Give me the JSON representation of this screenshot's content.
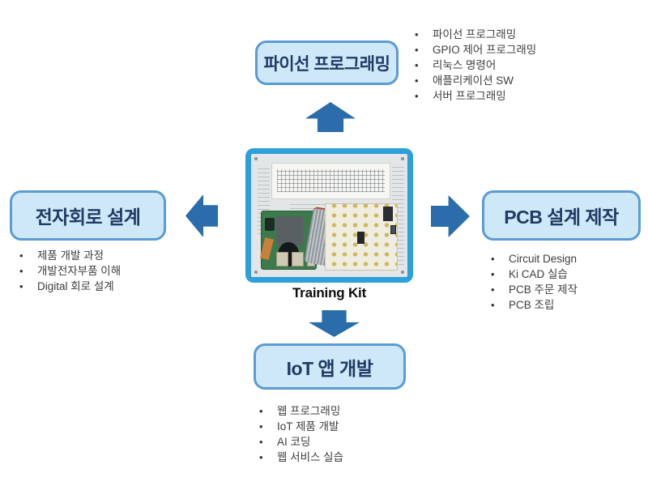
{
  "diagram": {
    "center": {
      "label": "Training Kit"
    },
    "nodes": {
      "top": {
        "title": "파이선 프로그래밍",
        "bullets": [
          "파이선 프로그래밍",
          "GPIO 제어 프로그래밍",
          "리눅스 명령어",
          "애플리케이션 SW",
          "서버 프로그래밍"
        ]
      },
      "left": {
        "title": "전자회로 설계",
        "bullets": [
          "제품 개발 과정",
          "개발전자부품 이해",
          "Digital 회로 설계"
        ]
      },
      "right": {
        "title": "PCB 설계 제작",
        "bullets": [
          "Circuit Design",
          "Ki CAD 실습",
          "PCB 주문 제작",
          "PCB 조립"
        ]
      },
      "bottom": {
        "title": "IoT 앱 개발",
        "bullets": [
          "웹 프로그래밍",
          "IoT 제품 개발",
          "AI 코딩",
          "웹 서비스 실습"
        ]
      }
    },
    "colors": {
      "box_fill": "#cfe8f7",
      "box_border": "#5b9bd5",
      "title_text": "#1f3a64",
      "arrow": "#2b6cab",
      "frame": "#2d9fd9",
      "bullet_text": "#3d3d3d"
    }
  }
}
